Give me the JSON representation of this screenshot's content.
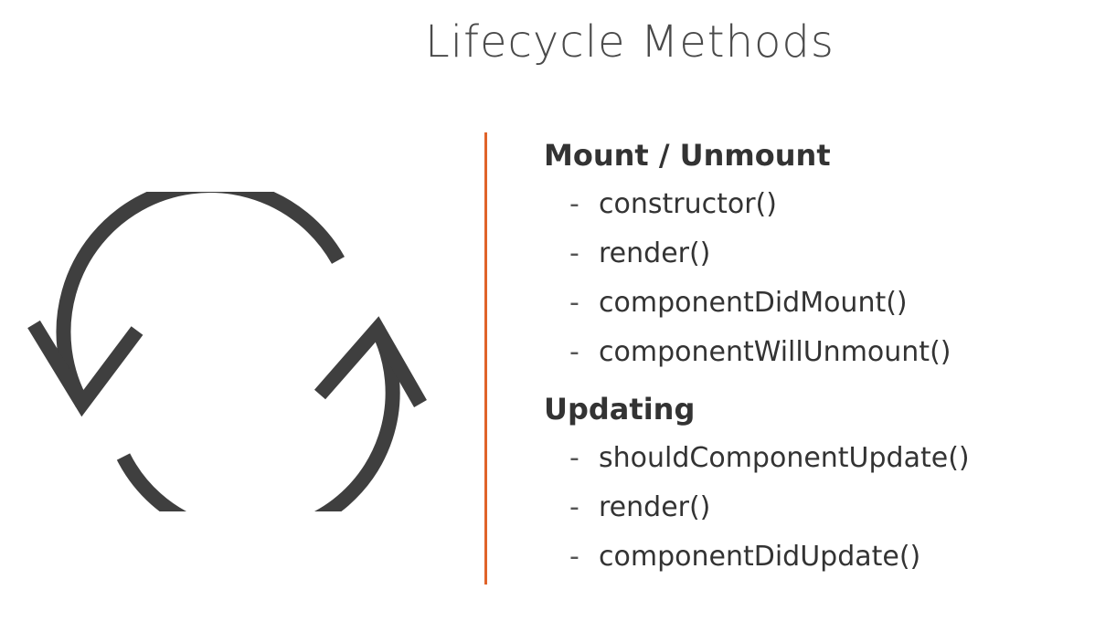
{
  "slide": {
    "title": "Lifecycle Methods",
    "icon": "refresh-cycle-icon",
    "accent_color": "#e0632a",
    "sections": [
      {
        "heading": "Mount / Unmount",
        "items": [
          {
            "bullet": "-",
            "label": "constructor()"
          },
          {
            "bullet": "-",
            "label": "render()"
          },
          {
            "bullet": "-",
            "label": "componentDidMount()"
          },
          {
            "bullet": "-",
            "label": "componentWillUnmount()"
          }
        ]
      },
      {
        "heading": "Updating",
        "items": [
          {
            "bullet": "-",
            "label": "shouldComponentUpdate()"
          },
          {
            "bullet": "-",
            "label": "render()"
          },
          {
            "bullet": "-",
            "label": "componentDidUpdate()"
          }
        ]
      }
    ]
  }
}
